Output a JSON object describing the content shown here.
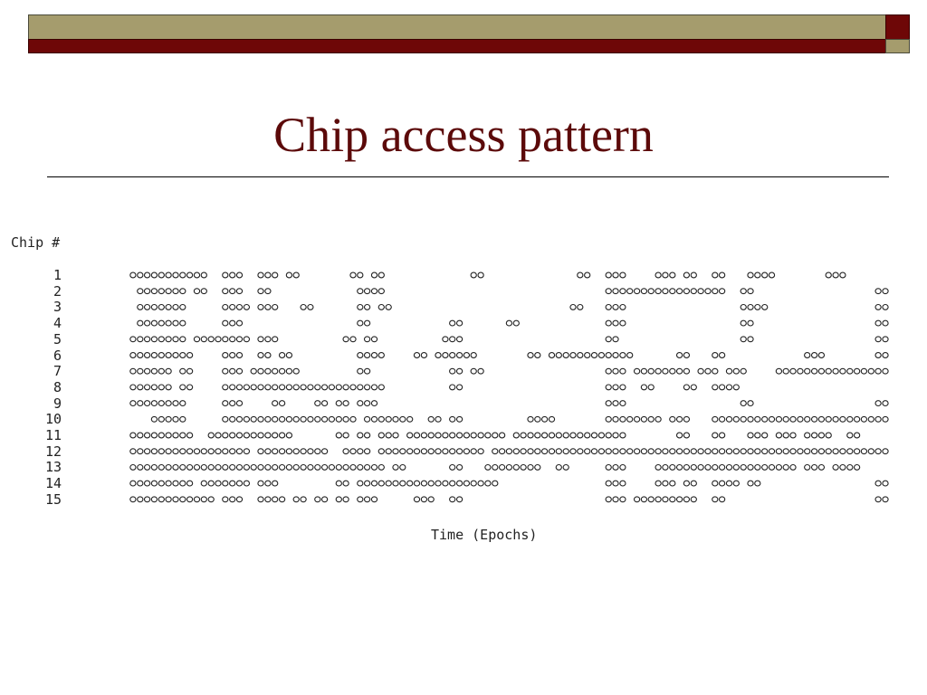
{
  "slide": {
    "title": "Chip access pattern",
    "colors": {
      "olive": "#a59c6d",
      "maroon": "#6e0707",
      "title": "#5c0a0a"
    }
  },
  "chart_data": {
    "type": "heatmap",
    "ylabel": "Chip #",
    "xlabel": "Time (Epochs)",
    "rows": [
      "1",
      "2",
      "3",
      "4",
      "5",
      "6",
      "7",
      "8",
      "9",
      "10",
      "11",
      "12",
      "13",
      "14",
      "15"
    ],
    "access_segments": [
      [
        [
          0,
          11
        ],
        [
          13,
          16
        ],
        [
          18,
          21
        ],
        [
          22,
          24
        ],
        [
          31,
          33
        ],
        [
          34,
          36
        ],
        [
          48,
          50
        ],
        [
          63,
          65
        ],
        [
          67,
          70
        ],
        [
          74,
          77
        ],
        [
          78,
          80
        ],
        [
          82,
          84
        ],
        [
          87,
          91
        ],
        [
          98,
          101
        ]
      ],
      [
        [
          1,
          8
        ],
        [
          9,
          11
        ],
        [
          13,
          16
        ],
        [
          18,
          20
        ],
        [
          32,
          36
        ],
        [
          67,
          84
        ],
        [
          86,
          88
        ],
        [
          105,
          107
        ]
      ],
      [
        [
          1,
          8
        ],
        [
          13,
          17
        ],
        [
          18,
          21
        ],
        [
          24,
          26
        ],
        [
          32,
          34
        ],
        [
          35,
          37
        ],
        [
          62,
          64
        ],
        [
          67,
          70
        ],
        [
          86,
          90
        ],
        [
          105,
          107
        ]
      ],
      [
        [
          1,
          8
        ],
        [
          13,
          16
        ],
        [
          32,
          34
        ],
        [
          45,
          47
        ],
        [
          53,
          55
        ],
        [
          67,
          70
        ],
        [
          86,
          88
        ],
        [
          105,
          107
        ]
      ],
      [
        [
          0,
          8
        ],
        [
          9,
          17
        ],
        [
          18,
          21
        ],
        [
          30,
          32
        ],
        [
          33,
          35
        ],
        [
          44,
          47
        ],
        [
          67,
          69
        ],
        [
          86,
          88
        ],
        [
          105,
          107
        ]
      ],
      [
        [
          0,
          9
        ],
        [
          13,
          16
        ],
        [
          18,
          20
        ],
        [
          21,
          23
        ],
        [
          32,
          36
        ],
        [
          40,
          42
        ],
        [
          43,
          49
        ],
        [
          56,
          58
        ],
        [
          59,
          71
        ],
        [
          77,
          79
        ],
        [
          82,
          84
        ],
        [
          95,
          98
        ],
        [
          105,
          107
        ]
      ],
      [
        [
          0,
          6
        ],
        [
          7,
          9
        ],
        [
          13,
          16
        ],
        [
          17,
          24
        ],
        [
          32,
          34
        ],
        [
          45,
          47
        ],
        [
          48,
          50
        ],
        [
          67,
          70
        ],
        [
          71,
          73
        ],
        [
          73,
          79
        ],
        [
          80,
          83
        ],
        [
          84,
          87
        ],
        [
          91,
          107
        ]
      ],
      [
        [
          0,
          6
        ],
        [
          7,
          9
        ],
        [
          13,
          36
        ],
        [
          45,
          47
        ],
        [
          67,
          70
        ],
        [
          72,
          74
        ],
        [
          78,
          80
        ],
        [
          82,
          86
        ]
      ],
      [
        [
          0,
          8
        ],
        [
          13,
          16
        ],
        [
          20,
          22
        ],
        [
          26,
          28
        ],
        [
          29,
          31
        ],
        [
          32,
          35
        ],
        [
          67,
          70
        ],
        [
          86,
          88
        ],
        [
          105,
          107
        ]
      ],
      [
        [
          3,
          8
        ],
        [
          13,
          32
        ],
        [
          33,
          40
        ],
        [
          42,
          44
        ],
        [
          45,
          47
        ],
        [
          56,
          60
        ],
        [
          67,
          75
        ],
        [
          76,
          79
        ],
        [
          82,
          107
        ]
      ],
      [
        [
          0,
          9
        ],
        [
          11,
          23
        ],
        [
          29,
          31
        ],
        [
          32,
          34
        ],
        [
          35,
          38
        ],
        [
          39,
          46
        ],
        [
          46,
          51
        ],
        [
          51,
          53
        ],
        [
          54,
          70
        ],
        [
          77,
          79
        ],
        [
          82,
          84
        ],
        [
          87,
          90
        ],
        [
          91,
          94
        ],
        [
          95,
          99
        ],
        [
          101,
          103
        ]
      ],
      [
        [
          0,
          17
        ],
        [
          18,
          23
        ],
        [
          23,
          28
        ],
        [
          30,
          34
        ],
        [
          35,
          50
        ],
        [
          51,
          107
        ]
      ],
      [
        [
          0,
          36
        ],
        [
          37,
          39
        ],
        [
          45,
          47
        ],
        [
          50,
          52
        ],
        [
          52,
          58
        ],
        [
          60,
          62
        ],
        [
          67,
          70
        ],
        [
          74,
          94
        ],
        [
          95,
          98
        ],
        [
          99,
          103
        ]
      ],
      [
        [
          0,
          9
        ],
        [
          10,
          17
        ],
        [
          18,
          21
        ],
        [
          29,
          31
        ],
        [
          32,
          52
        ],
        [
          67,
          70
        ],
        [
          74,
          77
        ],
        [
          78,
          80
        ],
        [
          82,
          86
        ],
        [
          87,
          89
        ],
        [
          105,
          107
        ]
      ],
      [
        [
          0,
          12
        ],
        [
          13,
          16
        ],
        [
          18,
          22
        ],
        [
          23,
          25
        ],
        [
          26,
          28
        ],
        [
          29,
          31
        ],
        [
          32,
          35
        ],
        [
          40,
          43
        ],
        [
          45,
          47
        ],
        [
          67,
          70
        ],
        [
          71,
          80
        ],
        [
          82,
          84
        ],
        [
          105,
          107
        ]
      ]
    ]
  }
}
